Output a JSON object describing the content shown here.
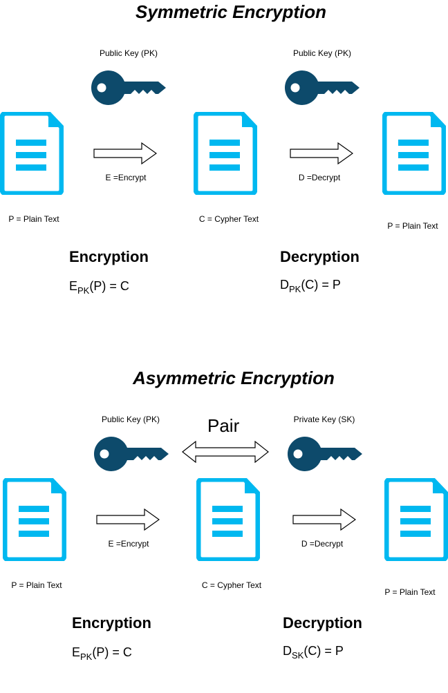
{
  "symmetric": {
    "title": "Symmetric Encryption",
    "key_left_label": "Public Key (PK)",
    "key_right_label": "Public Key (PK)",
    "doc_left_label": "P = Plain Text",
    "doc_mid_label": "C = Cypher Text",
    "doc_right_label": "P = Plain Text",
    "arrow_left_label": "E =Encrypt",
    "arrow_right_label": "D =Decrypt",
    "encryption_heading": "Encryption",
    "decryption_heading": "Decryption",
    "enc_formula": {
      "fn": "E",
      "sub": "PK",
      "rest": "(P) = C"
    },
    "dec_formula": {
      "fn": "D",
      "sub": "PK",
      "rest": "(C) = P"
    }
  },
  "asymmetric": {
    "title": "Asymmetric Encryption",
    "key_left_label": "Public Key (PK)",
    "key_right_label": "Private Key (SK)",
    "pair_label": "Pair",
    "doc_left_label": "P = Plain Text",
    "doc_mid_label": "C = Cypher Text",
    "doc_right_label": "P = Plain Text",
    "arrow_left_label": "E =Encrypt",
    "arrow_right_label": "D =Decrypt",
    "encryption_heading": "Encryption",
    "decryption_heading": "Decryption",
    "enc_formula": {
      "fn": "E",
      "sub": "PK",
      "rest": "(P) = C"
    },
    "dec_formula": {
      "fn": "D",
      "sub": "SK",
      "rest": "(C) = P"
    }
  },
  "colors": {
    "document": "#00b8f0",
    "key": "#0d4a6b",
    "arrow_stroke": "#000000"
  },
  "icons": [
    "document-icon",
    "key-icon",
    "right-arrow-icon",
    "double-arrow-icon"
  ]
}
